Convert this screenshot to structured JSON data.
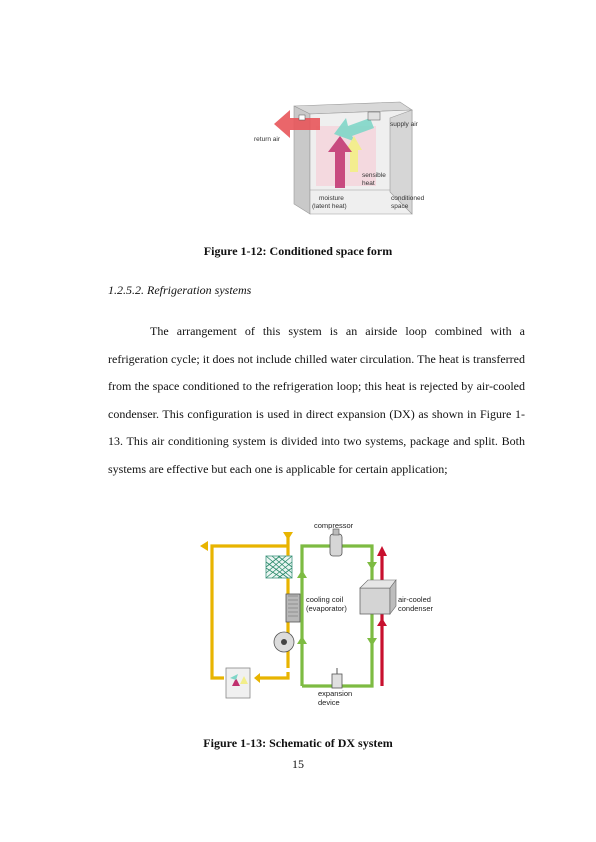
{
  "figure1": {
    "caption": "Figure 1-12: Conditioned space form",
    "labels": {
      "return_air": "return air",
      "supply_air": "supply air",
      "sensible_heat_1": "sensible",
      "sensible_heat_2": "heat",
      "moisture_1": "moisture",
      "moisture_2": "(latent heat)",
      "conditioned_1": "conditioned",
      "conditioned_2": "space"
    },
    "colors": {
      "return_air": "#e8555a",
      "supply_air": "#7fd6c8",
      "sensible_heat": "#f2ee8a",
      "moisture": "#c0306e"
    }
  },
  "section": {
    "heading": "1.2.5.2. Refrigeration systems",
    "paragraph": "The arrangement of this system is an airside loop combined with a refrigeration cycle; it does not include chilled water circulation. The heat is transferred from the space conditioned to the refrigeration loop; this heat is rejected by air-cooled condenser. This configuration is used in direct expansion (DX) as shown in Figure 1-13. This air conditioning system is divided into two systems, package and split. Both systems are effective but each one is applicable for certain application;"
  },
  "figure2": {
    "caption": "Figure 1-13: Schematic of DX system",
    "labels": {
      "compressor": "compressor",
      "cooling_coil_1": "cooling coil",
      "cooling_coil_2": "(evaporator)",
      "condenser_1": "air-cooled",
      "condenser_2": "condenser",
      "expansion_1": "expansion",
      "expansion_2": "device"
    },
    "colors": {
      "air_loop": "#e8b400",
      "refrigerant_loop": "#7dbb42",
      "condenser_air": "#c8102e"
    }
  },
  "page_number": "15"
}
